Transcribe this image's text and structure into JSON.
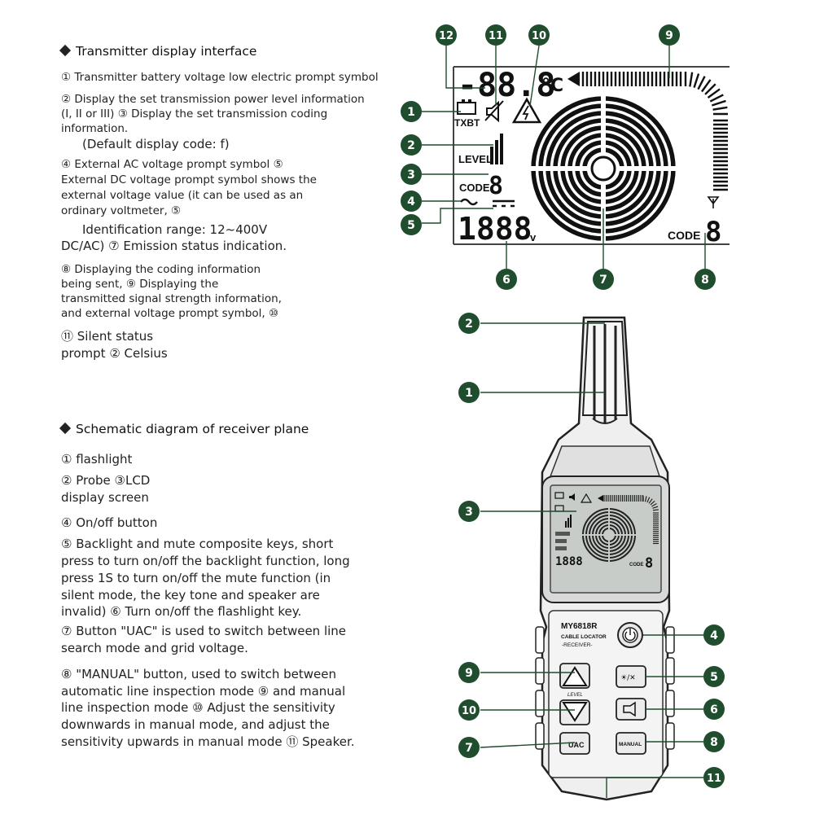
{
  "transmitter": {
    "heading": "Transmitter display interface",
    "lines": [
      "① Transmitter battery voltage low electric prompt symbol",
      "② Display the set transmission power level information",
      "(I, II or III) ③ Display the set transmission coding",
      "information.",
      "(Default display code: f)",
      "④ External AC voltage prompt symbol ⑤",
      "External DC voltage prompt symbol shows the",
      "external voltage value (it can be used as an",
      "ordinary voltmeter, ⑤",
      "Identification range: 12~400V",
      "DC/AC) ⑦ Emission status indication.",
      "⑧ Displaying the coding information",
      "being sent, ⑨ Displaying the",
      "transmitted signal strength information,",
      "and external voltage prompt symbol, ⑩",
      "⑪ Silent status",
      "prompt ② Celsius"
    ]
  },
  "receiver": {
    "heading": "Schematic diagram of receiver plane",
    "lines": [
      "① flashlight",
      "② Probe ③LCD",
      "display screen",
      "④ On/off button",
      "⑤ Backlight and mute composite keys, short",
      "press to turn on/off the backlight function, long",
      "press 1S to turn on/off the mute function (in",
      "silent mode, the key tone and speaker are",
      "invalid) ⑥ Turn on/off the flashlight key.",
      "⑦ Button \"UAC\" is used to switch between line",
      "search mode and grid voltage.",
      "⑧ \"MANUAL\" button, used to switch between",
      "automatic line inspection mode ⑨ and manual",
      "line inspection mode ⑩ Adjust the sensitivity",
      "downwards in manual mode, and adjust the",
      "sensitivity upwards in manual mode ⑪ Speaker."
    ]
  },
  "lcd": {
    "temp_digits": "-88.8",
    "temp_unit": "°C",
    "battery_label": "TXBT",
    "level_label": "LEVEL",
    "code_label": "CODE",
    "code_digit": "8",
    "volt_digits": "1888",
    "volt_unit": "v",
    "right_code_label": "CODE",
    "right_code_digit": "8",
    "callouts": [
      "1",
      "2",
      "3",
      "4",
      "5",
      "6",
      "7",
      "8",
      "9",
      "10",
      "11",
      "12"
    ]
  },
  "device": {
    "model": "MY6818R",
    "subtitle": "CABLE LOCATOR",
    "sub2": "-RECEIVER-",
    "level_text": "LEVEL",
    "uac_label": "UAC",
    "manual_label": "MANUAL",
    "mini_volt": "1888",
    "mini_code_label": "CODE",
    "mini_code_digit": "8",
    "callouts": [
      "1",
      "2",
      "3",
      "4",
      "5",
      "6",
      "7",
      "8",
      "9",
      "10",
      "11"
    ]
  },
  "colors": {
    "callout": "#1f4d2e",
    "ink": "#111111",
    "body_grey": "#e6e6e6"
  }
}
